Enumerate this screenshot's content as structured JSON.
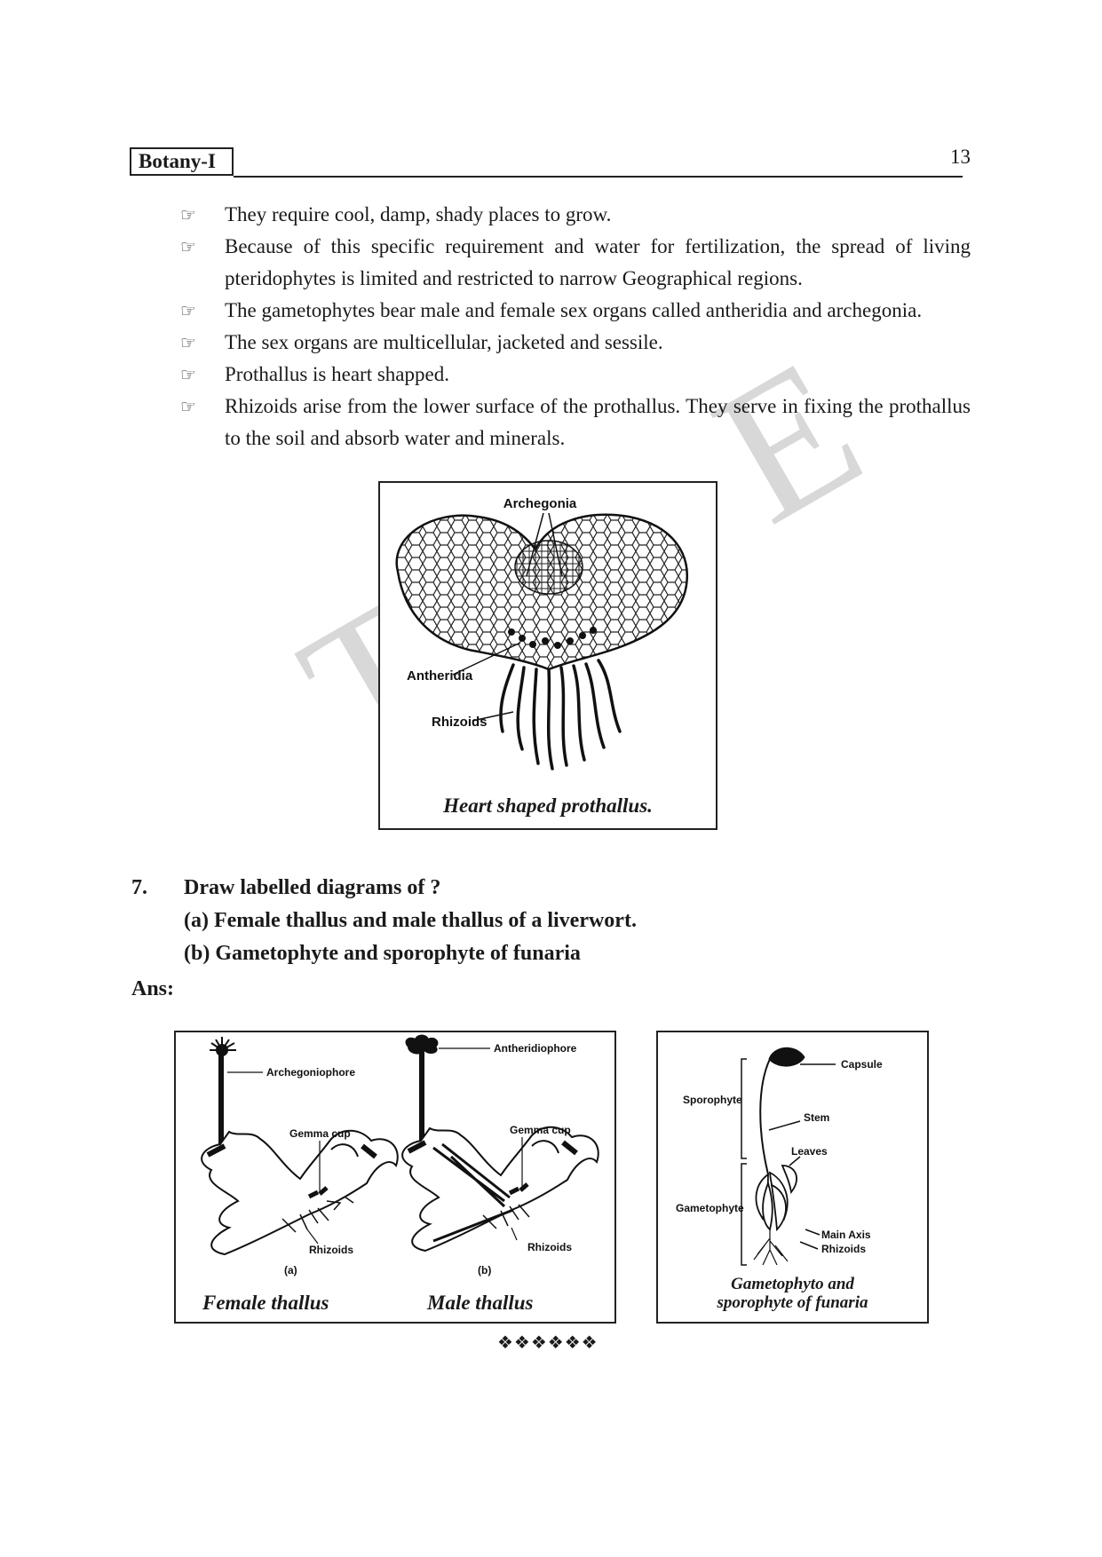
{
  "header": {
    "subject": "Botany-I",
    "page_number": "13"
  },
  "watermark": "TSA E",
  "bullet_symbol": "☞",
  "bullets": [
    "They require cool, damp, shady places to grow.",
    "Because of this specific requirement and water for fertilization, the spread of living pteridophytes is limited and restricted to narrow Geographical regions.",
    "The gametophytes bear male and female sex organs called antheridia and archegonia.",
    "The sex organs are multicellular, jacketed and sessile.",
    "Prothallus is heart shapped.",
    "Rhizoids arise from the lower surface of the prothallus. They serve in fixing the prothallus to the soil and absorb water and minerals."
  ],
  "figure1": {
    "labels": {
      "archegonia": "Archegonia",
      "antheridia": "Antheridia",
      "rhizoids": "Rhizoids"
    },
    "caption": "Heart  shaped prothallus."
  },
  "question": {
    "number": "7.",
    "text": "Draw labelled diagrams of ?",
    "part_a": "(a)  Female thallus and male thallus of a liverwort.",
    "part_b": "(b) Gametophyte and  sporophyte of funaria",
    "ans_label": "Ans:"
  },
  "figure2": {
    "labels": {
      "archegoniophore": "Archegoniophore",
      "antheridiophore": "Antheridiophore",
      "gemma_cup_a": "Gemma cup",
      "gemma_cup_b": "Gemma cup",
      "rhizoids_a": "Rhizoids",
      "rhizoids_b": "Rhizoids",
      "tag_a": "(a)",
      "tag_b": "(b)"
    },
    "caption_female": "Female thallus",
    "caption_male": "Male thallus"
  },
  "figure3": {
    "labels": {
      "capsule": "Capsule",
      "sporophyte": "Sporophyte",
      "stem": "Stem",
      "leaves": "Leaves",
      "gametophyte": "Gametophyte",
      "main_axis": "Main Axis",
      "rhizoids": "Rhizoids"
    },
    "caption_line1": "Gametophyto and",
    "caption_line2": "sporophyte of funaria"
  },
  "footer_ornament": "❖❖❖❖❖❖"
}
